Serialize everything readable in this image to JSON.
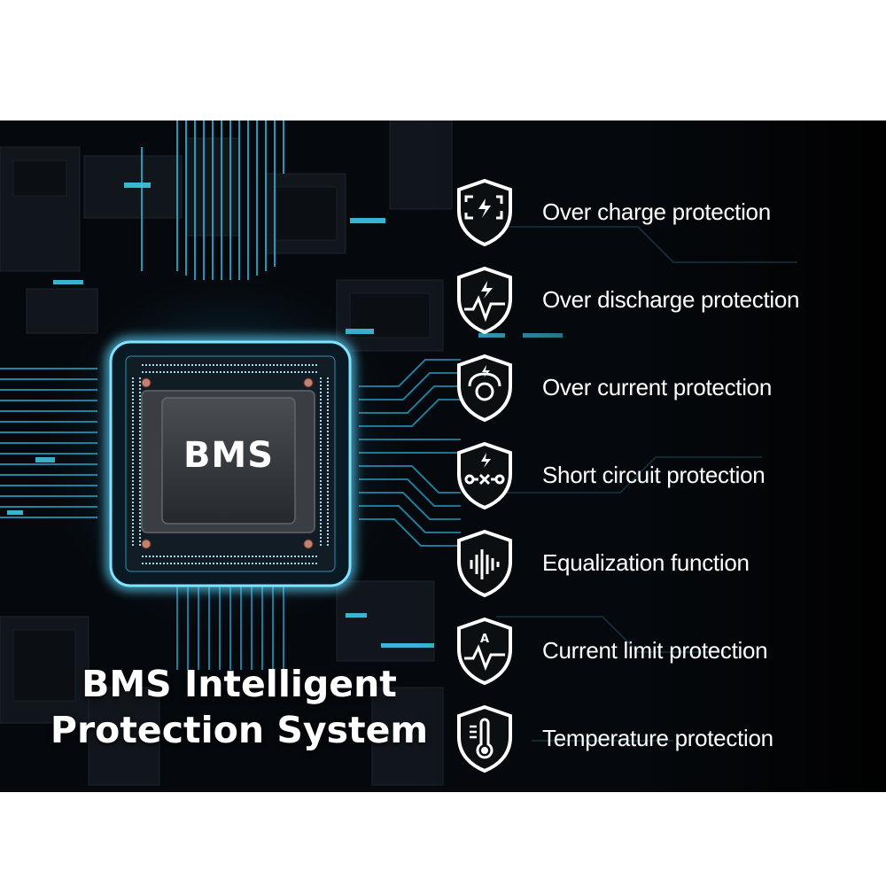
{
  "chip": {
    "label": "BMS"
  },
  "title": {
    "line1": "BMS Intelligent",
    "line2": "Protection System"
  },
  "features": [
    {
      "label": "Over charge protection",
      "icon": "battery-charge-icon"
    },
    {
      "label": "Over discharge protection",
      "icon": "discharge-wave-icon"
    },
    {
      "label": "Over current protection",
      "icon": "current-surge-icon"
    },
    {
      "label": "Short circuit protection",
      "icon": "short-circuit-icon"
    },
    {
      "label": "Equalization function",
      "icon": "equalizer-icon"
    },
    {
      "label": "Current limit protection",
      "icon": "current-limit-icon"
    },
    {
      "label": "Temperature protection",
      "icon": "thermometer-icon"
    }
  ],
  "colors": {
    "background": "#05080c",
    "circuit": "#3fc8e6",
    "glow": "#5fd8ff",
    "text": "#ffffff"
  }
}
